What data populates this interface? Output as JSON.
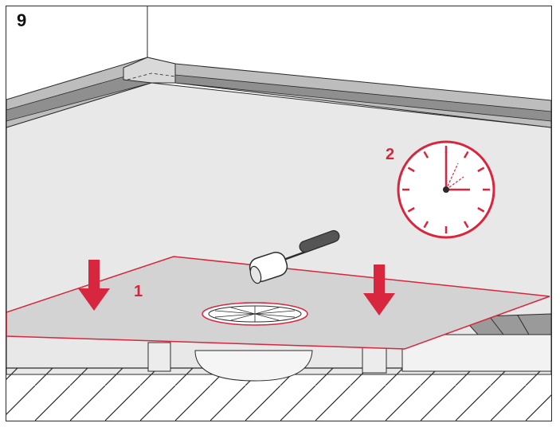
{
  "step": {
    "number": "9"
  },
  "callouts": [
    {
      "label": "1"
    },
    {
      "label": "2"
    }
  ],
  "colors": {
    "accent": "#d7263d",
    "wall": "#e8e8e8",
    "membrane": "#d3d3d3",
    "outline": "#2b2b2b"
  },
  "icons": [
    "press-down-arrow-icon",
    "clock-icon",
    "roller-tool-icon"
  ]
}
